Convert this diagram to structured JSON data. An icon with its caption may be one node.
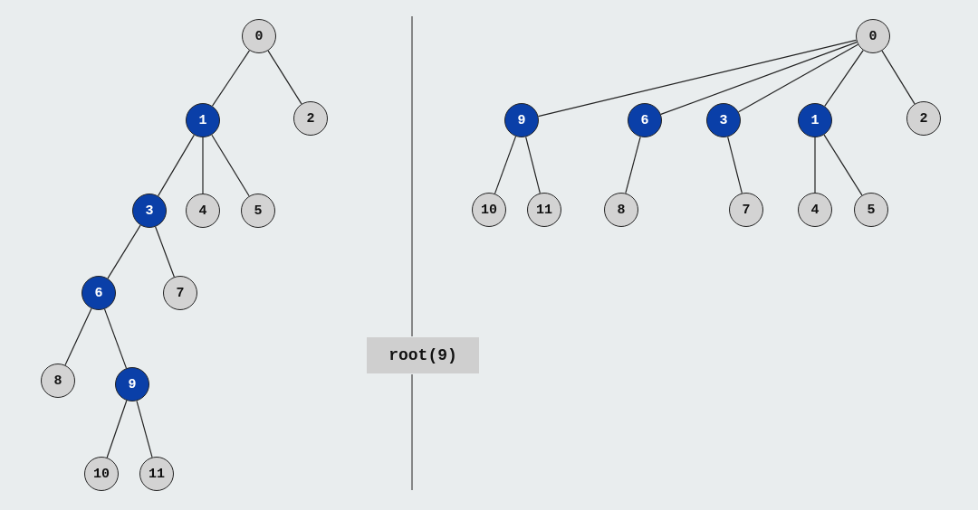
{
  "diagram": {
    "nodes": [
      {
        "text": [
          "0"
        ]
      },
      {
        "text": [
          "1"
        ]
      },
      {
        "text": [
          "2"
        ]
      },
      {
        "text": [
          "3"
        ]
      },
      {
        "text": [
          "4"
        ]
      },
      {
        "text": [
          "5"
        ]
      },
      {
        "text": [
          "6"
        ]
      },
      {
        "text": [
          "7"
        ]
      },
      {
        "text": [
          "8"
        ]
      },
      {
        "text": [
          "9"
        ]
      },
      {
        "text": [
          "10"
        ]
      },
      {
        "text": [
          "11"
        ]
      },
      {
        "text": [
          "0"
        ]
      },
      {
        "text": [
          "9"
        ]
      },
      {
        "text": [
          "6"
        ]
      },
      {
        "text": [
          "3"
        ]
      },
      {
        "text": [
          "1"
        ]
      },
      {
        "text": [
          "2"
        ]
      },
      {
        "text": [
          "10"
        ]
      },
      {
        "text": [
          "11"
        ]
      },
      {
        "text": [
          "8"
        ]
      },
      {
        "text": [
          "7"
        ]
      },
      {
        "text": [
          "4"
        ]
      },
      {
        "text": [
          "5"
        ]
      },
      {
        "text": [
          "root(9)"
        ]
      }
    ],
    "edges": [
      {
        "from": 0,
        "to": 1,
        "arrow": "none"
      },
      {
        "from": 0,
        "to": 2,
        "arrow": "none"
      },
      {
        "from": 1,
        "to": 3,
        "arrow": "none"
      },
      {
        "from": 1,
        "to": 4,
        "arrow": "none"
      },
      {
        "from": 1,
        "to": 5,
        "arrow": "none"
      },
      {
        "from": 3,
        "to": 6,
        "arrow": "none"
      },
      {
        "from": 3,
        "to": 7,
        "arrow": "none"
      },
      {
        "from": 6,
        "to": 8,
        "arrow": "none"
      },
      {
        "from": 6,
        "to": 9,
        "arrow": "none"
      },
      {
        "from": 9,
        "to": 10,
        "arrow": "none"
      },
      {
        "from": 9,
        "to": 11,
        "arrow": "none"
      },
      {
        "from": 12,
        "to": 13,
        "arrow": "none"
      },
      {
        "from": 12,
        "to": 14,
        "arrow": "none"
      },
      {
        "from": 12,
        "to": 15,
        "arrow": "none"
      },
      {
        "from": 12,
        "to": 16,
        "arrow": "none"
      },
      {
        "from": 12,
        "to": 17,
        "arrow": "none"
      },
      {
        "from": 13,
        "to": 18,
        "arrow": "none"
      },
      {
        "from": 13,
        "to": 19,
        "arrow": "none"
      },
      {
        "from": 14,
        "to": 20,
        "arrow": "none"
      },
      {
        "from": 15,
        "to": 21,
        "arrow": "none"
      },
      {
        "from": 16,
        "to": 22,
        "arrow": "none"
      },
      {
        "from": 16,
        "to": 23,
        "arrow": "none"
      }
    ]
  }
}
